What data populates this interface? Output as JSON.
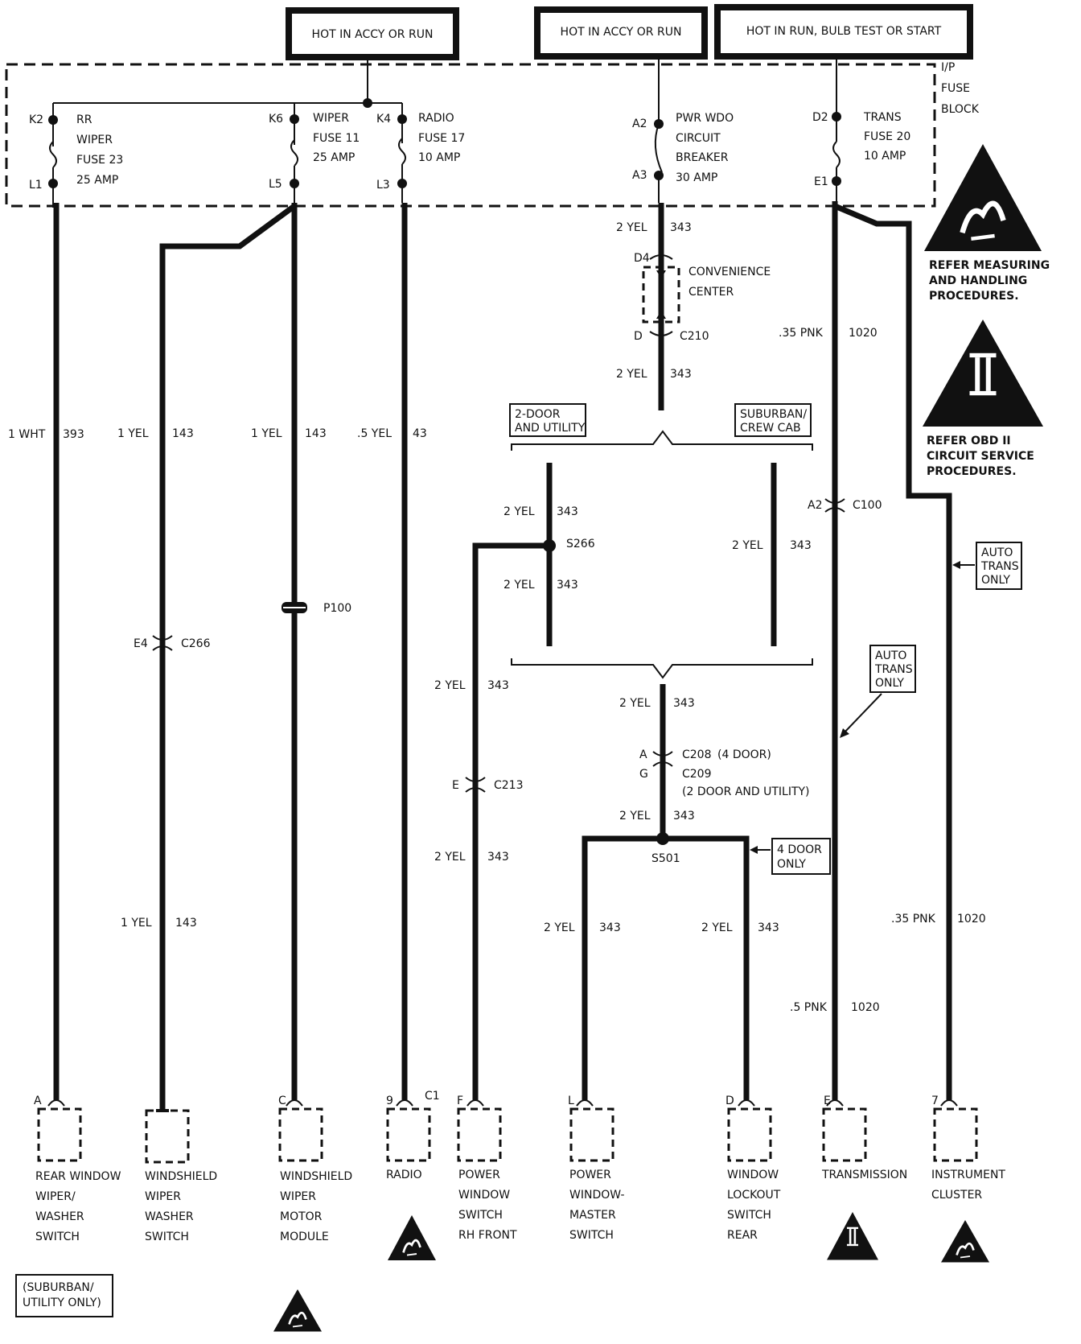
{
  "hot_labels": {
    "left": "HOT IN ACCY OR RUN",
    "middle": "HOT IN ACCY OR RUN",
    "right": "HOT IN RUN, BULB TEST OR START"
  },
  "fuse_block": {
    "line1": "I/P",
    "line2": "FUSE",
    "line3": "BLOCK"
  },
  "fuses": [
    {
      "top_pin": "K2",
      "bottom_pin": "L1",
      "l1": "RR",
      "l2": "WIPER",
      "l3": "FUSE 23",
      "l4": "25 AMP"
    },
    {
      "top_pin": "K6",
      "bottom_pin": "L5",
      "l1": "WIPER",
      "l2": "FUSE 11",
      "l3": "25 AMP"
    },
    {
      "top_pin": "K4",
      "bottom_pin": "L3",
      "l1": "RADIO",
      "l2": "FUSE 17",
      "l3": "10 AMP"
    },
    {
      "top_pin": "A2",
      "bottom_pin": "A3",
      "l1": "PWR WDO",
      "l2": "CIRCUIT",
      "l3": "BREAKER",
      "l4": "30 AMP"
    },
    {
      "top_pin": "D2",
      "bottom_pin": "E1",
      "l1": "TRANS",
      "l2": "FUSE 20",
      "l3": "10 AMP"
    }
  ],
  "wires": {
    "w393": {
      "size": "1 WHT",
      "num": "393"
    },
    "w143a": {
      "size": "1 YEL",
      "num": "143"
    },
    "w143b": {
      "size": "1 YEL",
      "num": "143"
    },
    "w143c": {
      "size": "1 YEL",
      "num": "143"
    },
    "w43": {
      "size": ".5 YEL",
      "num": "43"
    },
    "w343_top": {
      "size": "2 YEL",
      "num": "343"
    },
    "w343_b": {
      "size": "2 YEL",
      "num": "343"
    },
    "w343_c": {
      "size": "2 YEL",
      "num": "343"
    },
    "w343_d": {
      "size": "2 YEL",
      "num": "343"
    },
    "w343_e": {
      "size": "2 YEL",
      "num": "343"
    },
    "w343_f": {
      "size": "2 YEL",
      "num": "343"
    },
    "w343_g": {
      "size": "2 YEL",
      "num": "343"
    },
    "w343_h": {
      "size": "2 YEL",
      "num": "343"
    },
    "w343_i": {
      "size": "2 YEL",
      "num": "343"
    },
    "w343_j": {
      "size": "2 YEL",
      "num": "343"
    },
    "w343_k": {
      "size": "2 YEL",
      "num": "343"
    },
    "w1020a": {
      "size": ".35 PNK",
      "num": "1020"
    },
    "w1020b": {
      "size": ".35 PNK",
      "num": "1020"
    },
    "w1020c": {
      "size": ".5 PNK",
      "num": "1020"
    }
  },
  "connectors": {
    "d4": "D4",
    "conv1": "CONVENIENCE",
    "conv2": "CENTER",
    "d_pin": "D",
    "c210": "C210",
    "two_door1": "2-DOOR",
    "two_door2": "AND UTILITY",
    "suburban1": "SUBURBAN/",
    "suburban2": "CREW CAB",
    "s266": "S266",
    "p100": "P100",
    "e4": "E4",
    "c266": "C266",
    "a2": "A2",
    "c100": "C100",
    "e_pin": "E",
    "c213": "C213",
    "a_pin": "A",
    "g_pin": "G",
    "c208": "C208",
    "c208_note": "(4 DOOR)",
    "c209": "C209",
    "c209_note": "(2 DOOR AND UTILITY)",
    "s501": "S501",
    "four_door1": "4 DOOR",
    "four_door2": "ONLY",
    "auto1_l1": "AUTO",
    "auto1_l2": "TRANS",
    "auto1_l3": "ONLY",
    "auto2_l1": "AUTO",
    "auto2_l2": "TRANS",
    "auto2_l3": "ONLY"
  },
  "notes": {
    "esd_text1": "REFER MEASURING",
    "esd_text2": "AND HANDLING",
    "esd_text3": "PROCEDURES.",
    "obd_text1": "REFER OBD II",
    "obd_text2": "CIRCUIT SERVICE",
    "obd_text3": "PROCEDURES.",
    "suburban_only1": "(SUBURBAN/",
    "suburban_only2": "UTILITY ONLY)"
  },
  "components": [
    {
      "pin": "A",
      "l1": "REAR WINDOW",
      "l2": "WIPER/",
      "l3": "WASHER",
      "l4": "SWITCH"
    },
    {
      "pin": "",
      "l1": "WINDSHIELD",
      "l2": "WIPER",
      "l3": "WASHER",
      "l4": "SWITCH"
    },
    {
      "pin": "C",
      "l1": "WINDSHIELD",
      "l2": "WIPER",
      "l3": "MOTOR",
      "l4": "MODULE"
    },
    {
      "pin": "9",
      "pin2": "C1",
      "l1": "RADIO"
    },
    {
      "pin": "F",
      "l1": "POWER",
      "l2": "WINDOW",
      "l3": "SWITCH",
      "l4": "RH FRONT"
    },
    {
      "pin": "L",
      "l1": "POWER",
      "l2": "WINDOW-",
      "l3": "MASTER",
      "l4": "SWITCH"
    },
    {
      "pin": "D",
      "l1": "WINDOW",
      "l2": "LOCKOUT",
      "l3": "SWITCH",
      "l4": "REAR"
    },
    {
      "pin": "E",
      "l1": "TRANSMISSION"
    },
    {
      "pin": "7",
      "l1": "INSTRUMENT",
      "l2": "CLUSTER"
    }
  ]
}
